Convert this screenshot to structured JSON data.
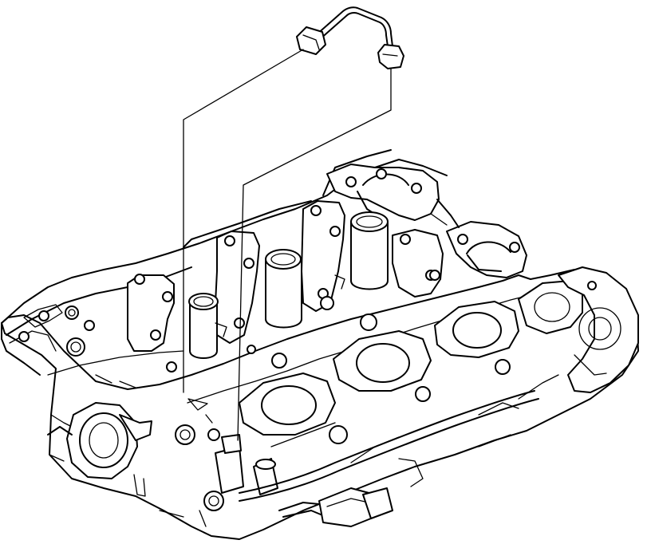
{
  "figure": {
    "background": "#ffffff",
    "line_color": "#000000",
    "style": "line-art",
    "components": [
      "fuel-feed-tube",
      "tube-nut",
      "cylinder-head",
      "camshaft-bearing-caps",
      "intake-ports",
      "exhaust-ports",
      "fuel-pressure-sensor",
      "wiring-harness",
      "electrical-connector",
      "fuel-pump-mount"
    ]
  }
}
